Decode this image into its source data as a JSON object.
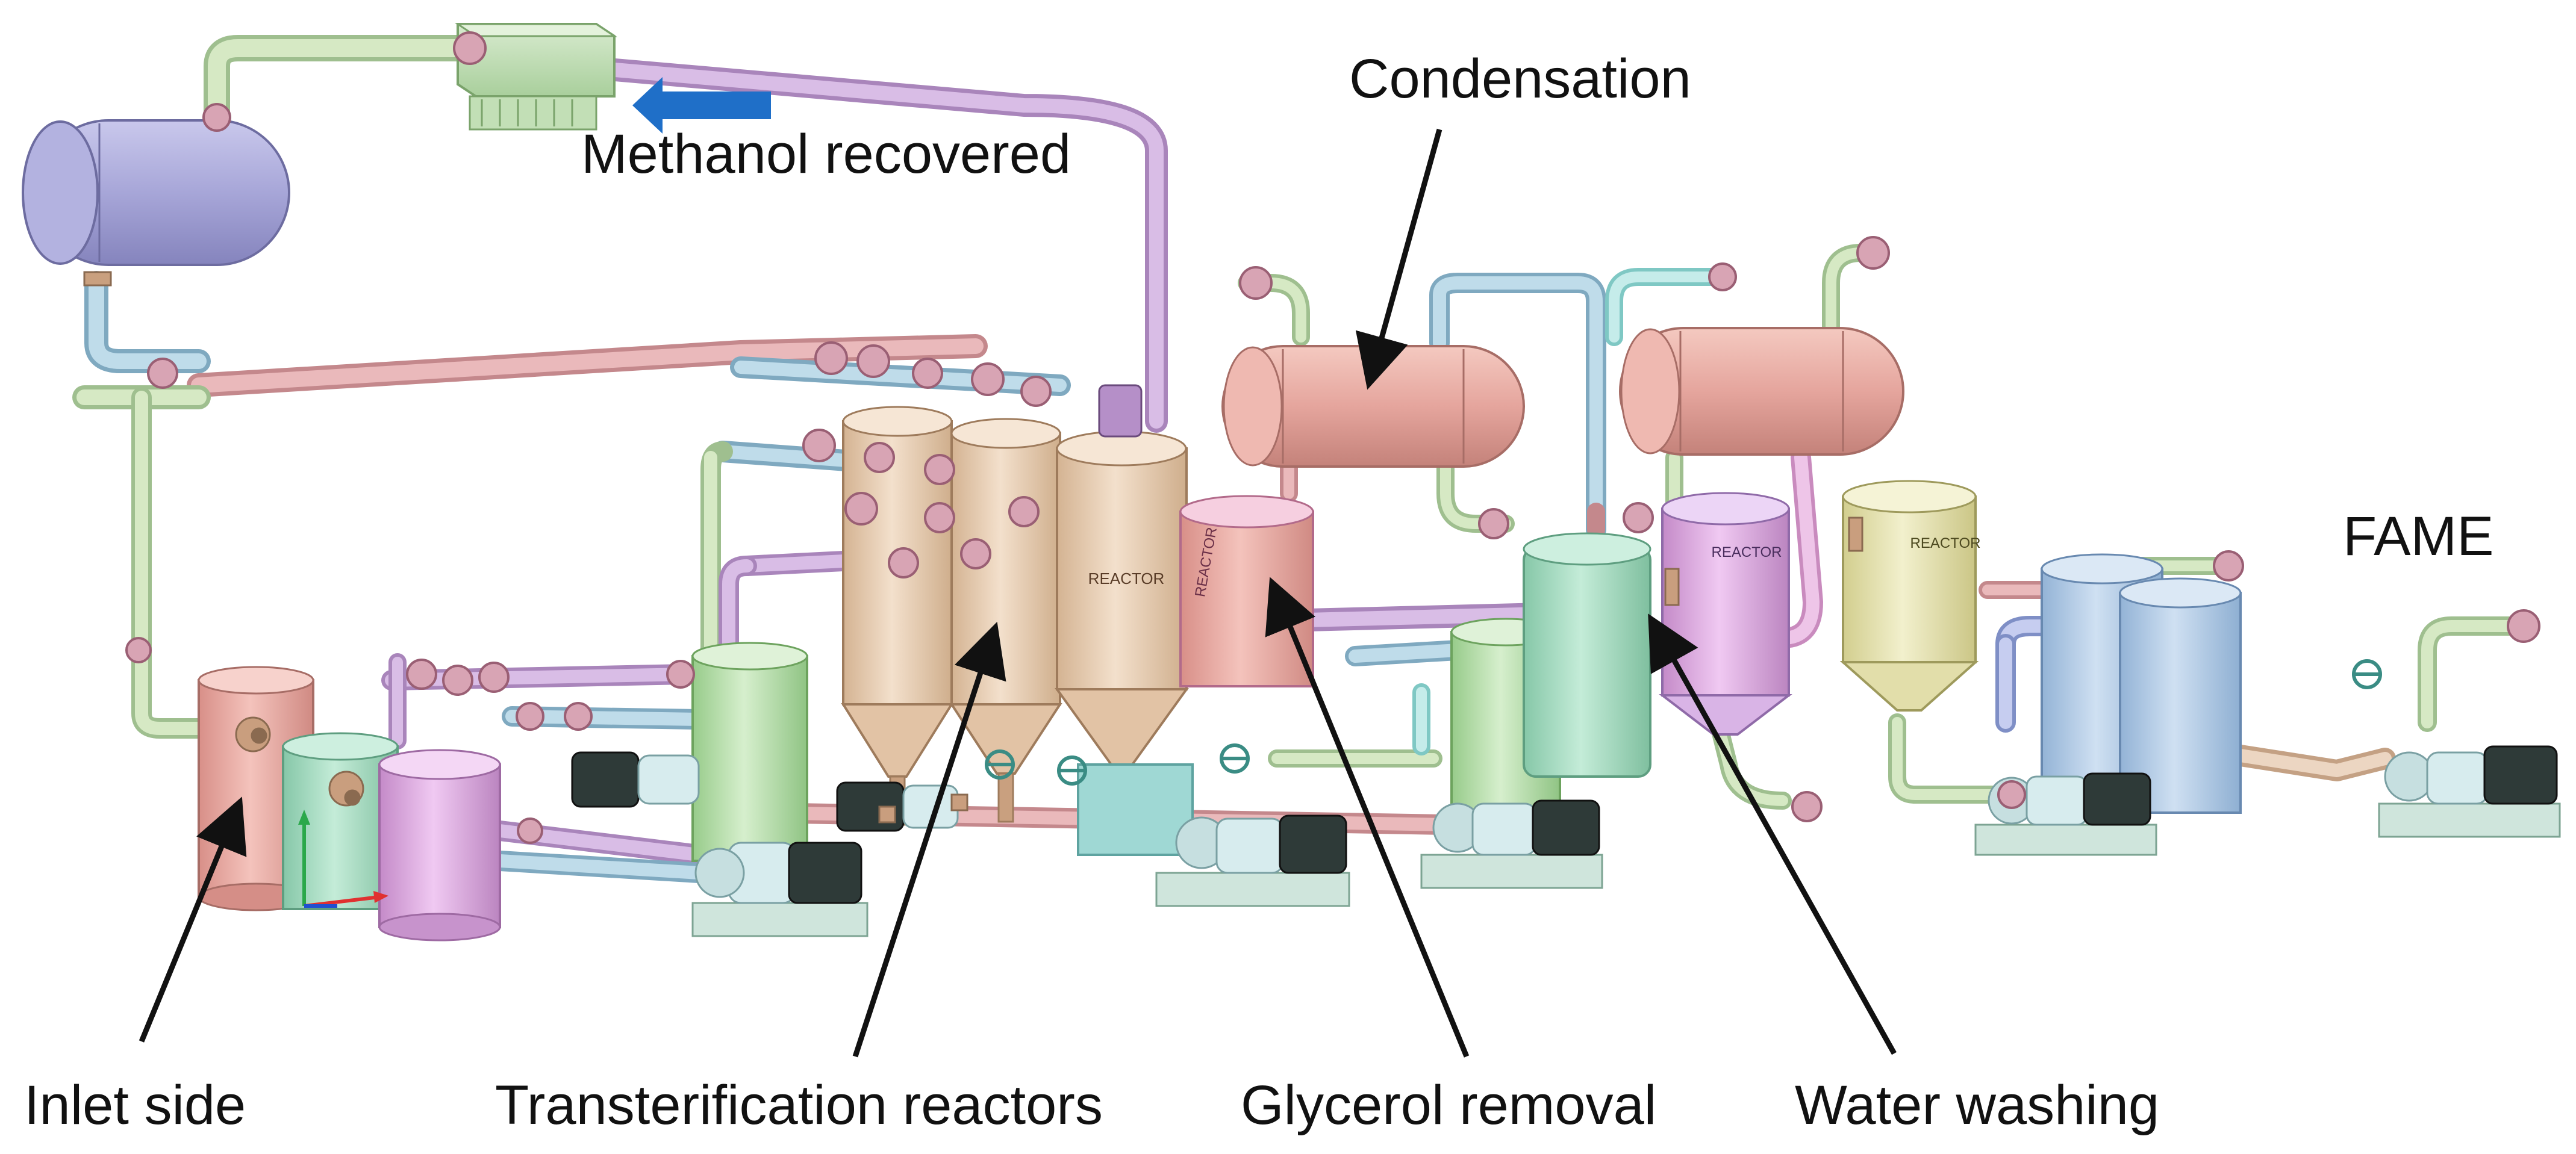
{
  "labels": {
    "inlet_side": "Inlet side",
    "transesterification_reactors": "Transterification reactors",
    "glycerol_removal": "Glycerol removal",
    "water_washing": "Water washing",
    "condensation": "Condensation",
    "methanol_recovered": "Methanol recovered",
    "fame": "FAME"
  },
  "equipment_tags": {
    "reactor": "REACTOR"
  },
  "colors": {
    "arrow": "#111111",
    "methanol_arrow": "#1f6fc8",
    "tank_blue_purple": "#a7a6d8",
    "tank_pink": "#e9a9a2",
    "tank_green": "#a8dcc3",
    "tank_violet": "#d9a8dc",
    "tank_tan": "#e8cdb2",
    "tank_yellow": "#e6e3b0",
    "tank_lightblue": "#b4cde6",
    "tank_lightgreen": "#b9dfae",
    "pipe_pink": "#dca2a5",
    "pipe_lilac": "#c7a3d6",
    "pipe_green": "#bfdcb0",
    "pipe_blue": "#a9cfe3",
    "flange": "#b0707e",
    "pump_dark": "#2e3a38",
    "skid": "#d0e6de"
  }
}
